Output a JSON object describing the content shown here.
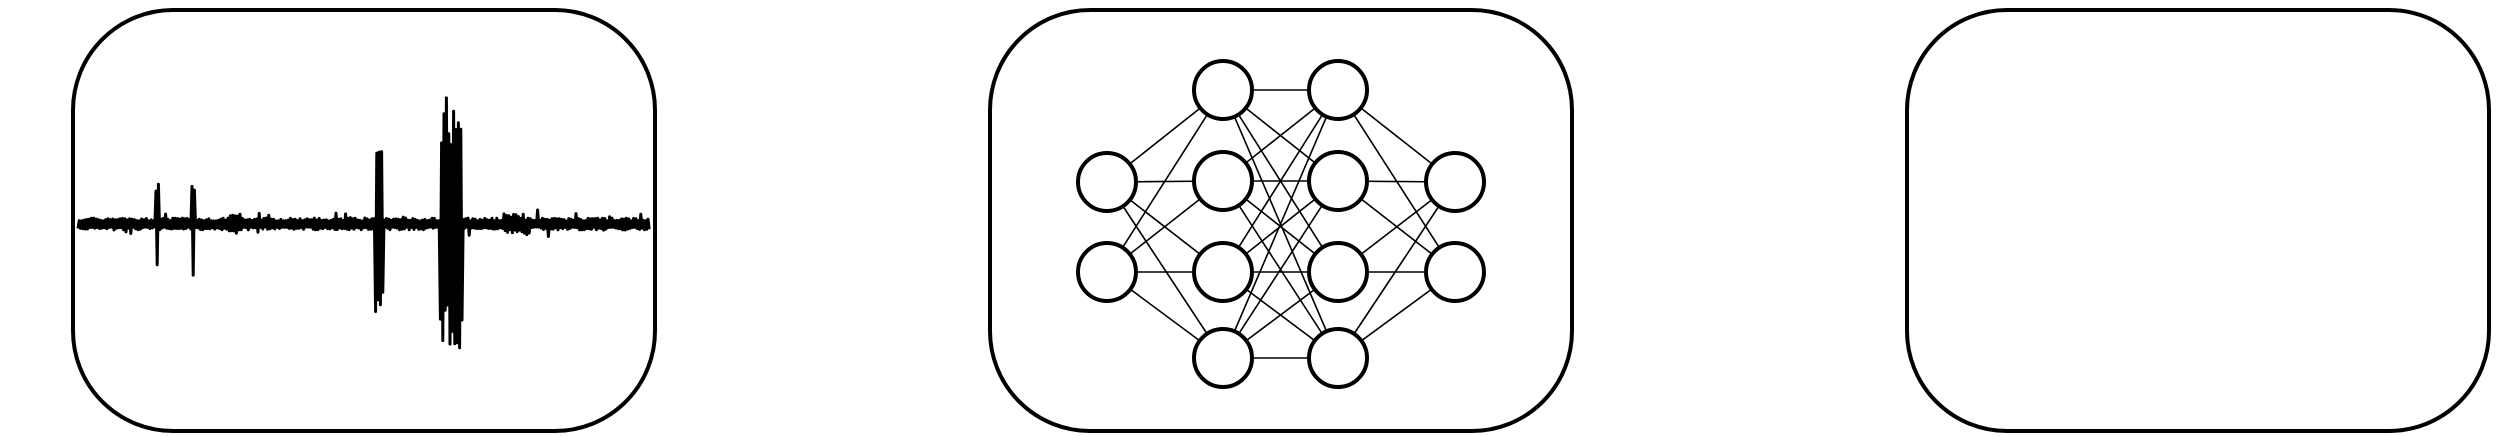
{
  "diagram": {
    "panels": [
      {
        "id": "waveform",
        "icon": "audio-waveform-icon"
      },
      {
        "id": "network",
        "icon": "neural-network-icon",
        "layers": [
          2,
          4,
          4,
          2
        ]
      },
      {
        "id": "empty",
        "icon": ""
      }
    ],
    "style": {
      "stroke": "#000000",
      "background": "#ffffff"
    }
  }
}
